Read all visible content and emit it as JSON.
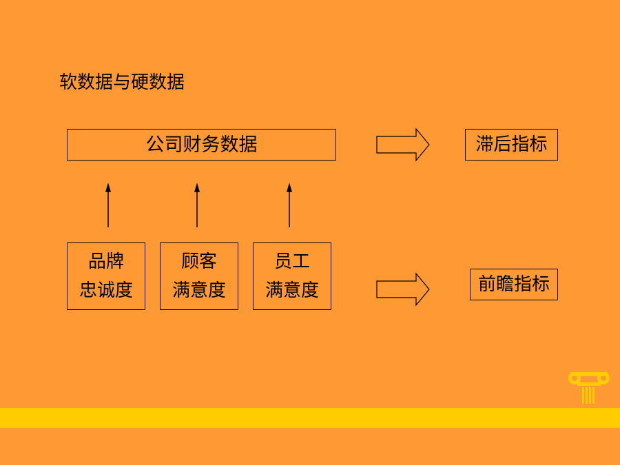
{
  "title": "软数据与硬数据",
  "finance_box": "公司财务数据",
  "lagging_label": "滞后指标",
  "leading_label": "前瞻指标",
  "drivers": [
    {
      "line1": "品牌",
      "line2": "忠诚度"
    },
    {
      "line1": "顾客",
      "line2": "满意度"
    },
    {
      "line1": "员工",
      "line2": "满意度"
    }
  ],
  "colors": {
    "background": "#FF9933",
    "band": "#FFCC00",
    "logo": "#FFCC00"
  },
  "icons": [
    "up-arrow-icon",
    "right-block-arrow-icon",
    "column-logo-icon"
  ]
}
